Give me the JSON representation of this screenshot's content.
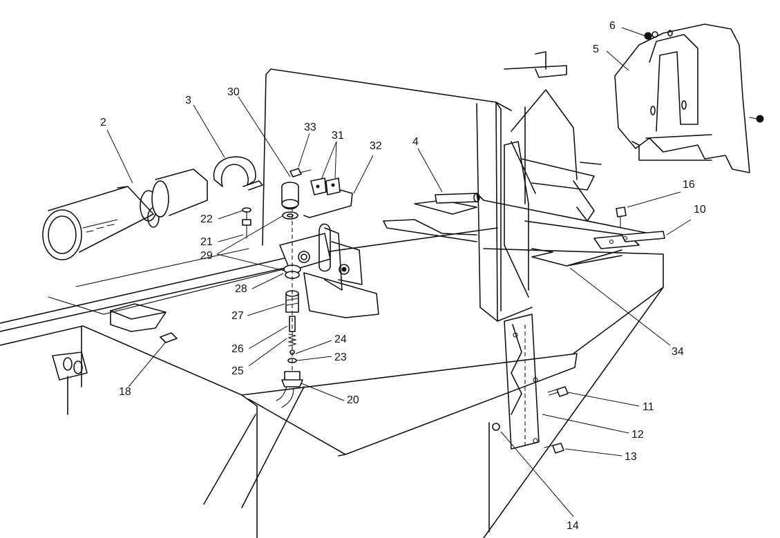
{
  "callouts": [
    {
      "id": "c2",
      "text": "2"
    },
    {
      "id": "c3",
      "text": "3"
    },
    {
      "id": "c30",
      "text": "30"
    },
    {
      "id": "c33",
      "text": "33"
    },
    {
      "id": "c31",
      "text": "31"
    },
    {
      "id": "c32",
      "text": "32"
    },
    {
      "id": "c4",
      "text": "4"
    },
    {
      "id": "c6",
      "text": "6"
    },
    {
      "id": "c5",
      "text": "5"
    },
    {
      "id": "c16",
      "text": "16"
    },
    {
      "id": "c10",
      "text": "10"
    },
    {
      "id": "c22",
      "text": "22"
    },
    {
      "id": "c21",
      "text": "21"
    },
    {
      "id": "c29",
      "text": "29"
    },
    {
      "id": "c28",
      "text": "28"
    },
    {
      "id": "c27",
      "text": "27"
    },
    {
      "id": "c26",
      "text": "26"
    },
    {
      "id": "c24",
      "text": "24"
    },
    {
      "id": "c23",
      "text": "23"
    },
    {
      "id": "c25",
      "text": "25"
    },
    {
      "id": "c18",
      "text": "18"
    },
    {
      "id": "c20",
      "text": "20"
    },
    {
      "id": "c34",
      "text": "34"
    },
    {
      "id": "c11",
      "text": "11"
    },
    {
      "id": "c12",
      "text": "12"
    },
    {
      "id": "c13",
      "text": "13"
    },
    {
      "id": "c14",
      "text": "14"
    }
  ]
}
